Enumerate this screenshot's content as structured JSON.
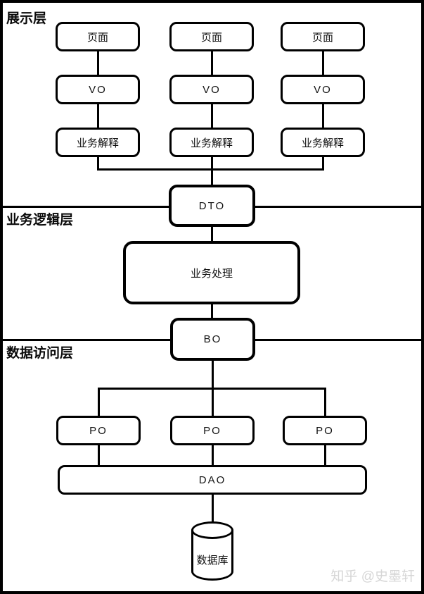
{
  "layers": {
    "presentation": "展示层",
    "business": "业务逻辑层",
    "data_access": "数据访问层"
  },
  "boxes": {
    "page": [
      "页面",
      "页面",
      "页面"
    ],
    "vo": [
      "VO",
      "VO",
      "VO"
    ],
    "interpretation": [
      "业务解释",
      "业务解释",
      "业务解释"
    ],
    "dto": "DTO",
    "process": "业务处理",
    "bo": "BO",
    "po": [
      "PO",
      "PO",
      "PO"
    ],
    "dao": "DAO",
    "database": "数据库"
  },
  "watermark": "知乎 @史墨轩",
  "colors": {
    "line": "#000000",
    "background": "#ffffff",
    "watermark_text": "#d6d6d6"
  }
}
